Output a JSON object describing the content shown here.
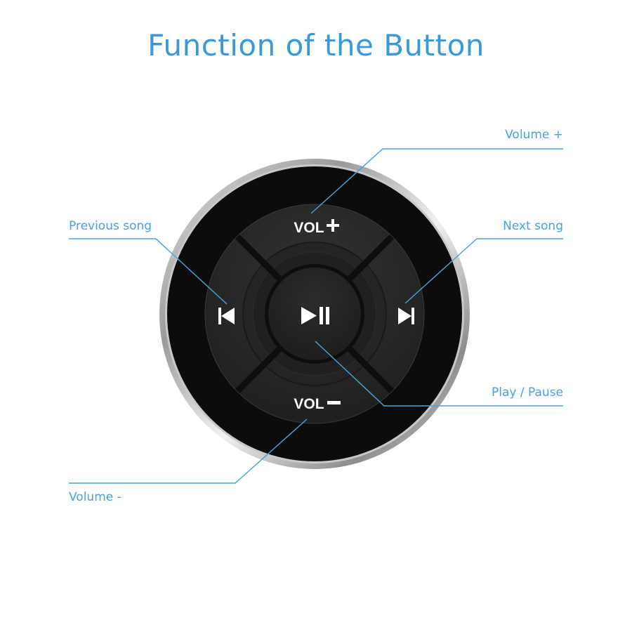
{
  "title": "Function of the Button",
  "colors": {
    "accent": "#3a9ad9",
    "leader_line": "#4aa3dc",
    "device_body": "#0d0d0d",
    "button_face": "#2a2a2a",
    "icon": "#ffffff"
  },
  "device": {
    "buttons": [
      {
        "id": "vol_up",
        "label": "VOL+",
        "icon": "plus-icon",
        "function": "Volume +"
      },
      {
        "id": "prev",
        "label": "",
        "icon": "skip-previous-icon",
        "function": "Previous song"
      },
      {
        "id": "play_pause",
        "label": "",
        "icon": "play-pause-icon",
        "function": "Play / Pause"
      },
      {
        "id": "next",
        "label": "",
        "icon": "skip-next-icon",
        "function": "Next song"
      },
      {
        "id": "vol_down",
        "label": "VOL-",
        "icon": "minus-icon",
        "function": "Volume -"
      }
    ],
    "vol_up_text": "VOL",
    "vol_down_text": "VOL"
  },
  "callouts": {
    "volume_up": "Volume +",
    "previous_song": "Previous song",
    "next_song": "Next song",
    "play_pause": "Play / Pause",
    "volume_down": "Volume -"
  }
}
